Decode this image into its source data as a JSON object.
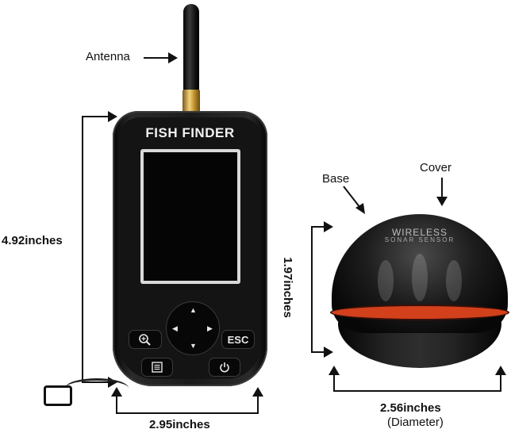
{
  "labels": {
    "antenna": "Antenna",
    "base": "Base",
    "cover": "Cover"
  },
  "device": {
    "brand": "FISH FINDER",
    "keys": {
      "zoom_icon": "magnifier-plus-icon",
      "menu_icon": "menu-list-icon",
      "esc_label": "ESC",
      "power_icon": "power-icon"
    }
  },
  "sensor": {
    "line1": "WIRELESS",
    "line2": "SONAR SENSOR"
  },
  "dimensions": {
    "height": "4.92inches",
    "width": "2.95inches",
    "sensor_height": "1.97inches",
    "sensor_diameter": "2.56inches",
    "sensor_diameter_note": "(Diameter)"
  }
}
